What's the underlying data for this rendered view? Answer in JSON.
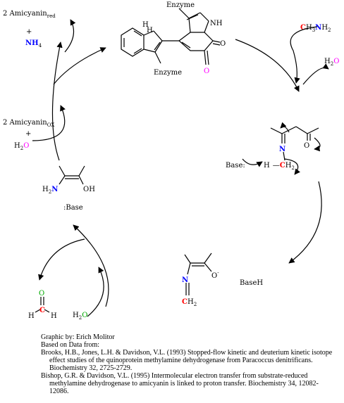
{
  "labels": {
    "amicyanin_red": "2 Amicyanin",
    "red_sub": "red",
    "plus": "+",
    "nh4": "NH",
    "nh4_sub": "4",
    "amicyanin_ox": "2 Amicyanin",
    "ox_sub": "OX",
    "h2o": "H",
    "h2o_sub": "2",
    "o": "O",
    "enzyme": "Enzyme",
    "nh": "NH",
    "h2n": "H",
    "h2n_sub": "2",
    "n": "N",
    "oh": "OH",
    "base": ":Base",
    "base_colon": "Base:",
    "h": "H",
    "c": "C",
    "ch3nh2_c": "C",
    "ch3nh2_h3": "H",
    "h3_sub": "3",
    "ch3nh2_n": "N",
    "ch3nh2_h2": "H",
    "h2_sub": "2",
    "baseh": "BaseH",
    "ominus": "O",
    "minus": "-",
    "ch2_c": "C",
    "ch2_h": "H"
  },
  "colors": {
    "oxygen": "#ff00ff",
    "nitrogen": "#0000ff",
    "carbon_red": "#ff0000",
    "formaldehyde_o": "#00aa00",
    "water_o": "#00aa00"
  },
  "caption": {
    "credit": "Graphic by: Erich Molitor",
    "based": "Based on Data from:",
    "ref1": "Brooks, H.B., Jones, L.H. & Davidson, V.L. (1993) Stopped-flow kinetic and deuterium kinetic isotope effect studies of the quinoprotein methylamine dehydrogenase from Paracoccus denitrificans. Biochemistry 32, 2725-2729.",
    "ref2": "Bishop, G.R. & Davidson, V.L. (1995) Intermolecular electron transfer from substrate-reduced methylamine dehydrogenase to amicyanin is linked to proton transfer. Biochemistry 34, 12082-12086."
  }
}
